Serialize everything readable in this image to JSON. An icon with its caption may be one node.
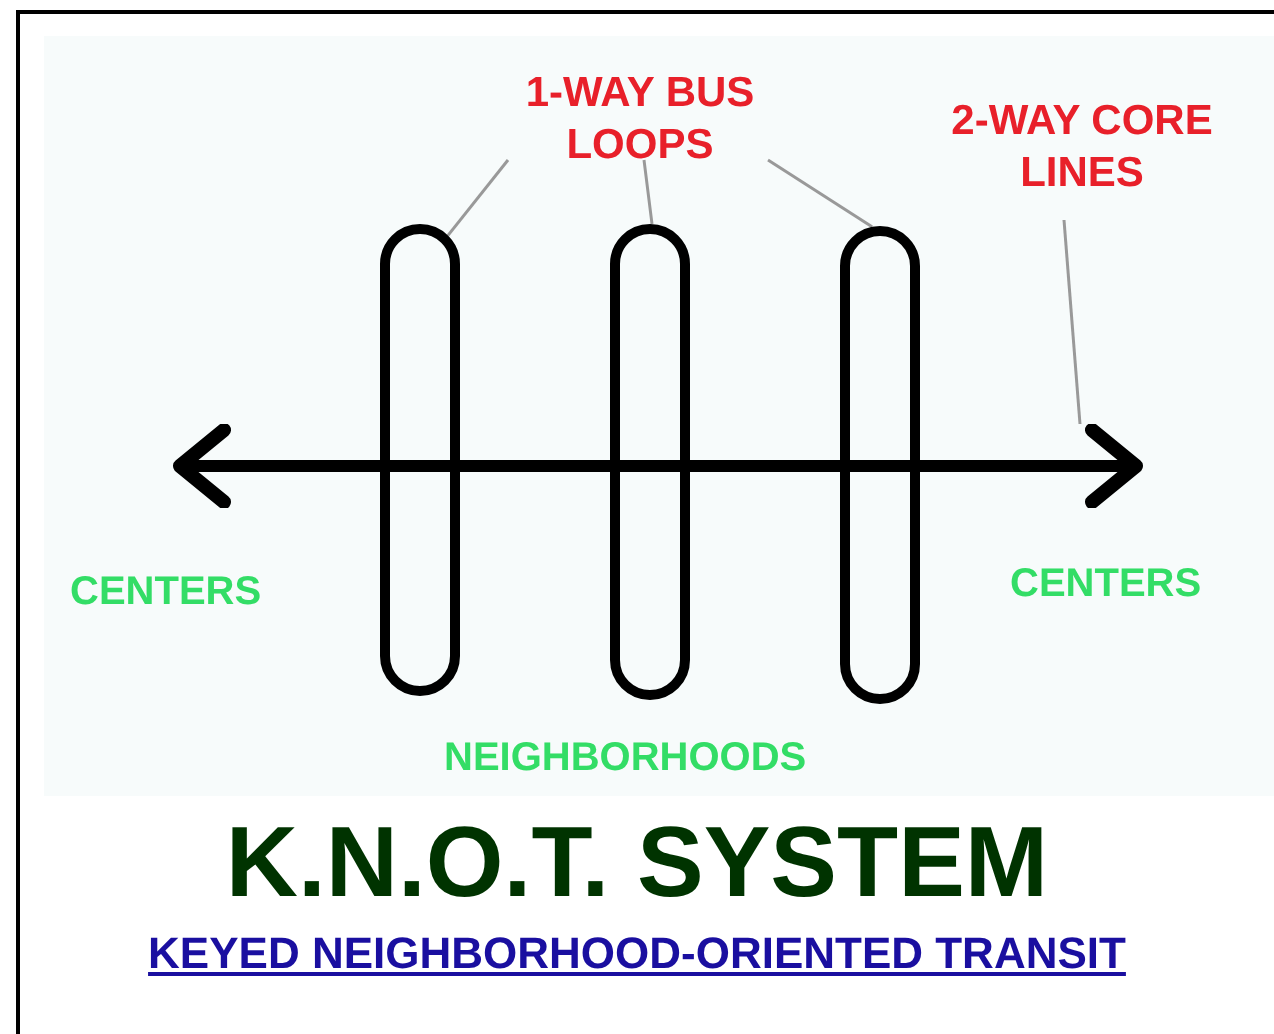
{
  "diagram": {
    "title": "K.N.O.T. SYSTEM",
    "caption": "KEYED NEIGHBORHOOD-ORIENTED TRANSIT",
    "nodes": [
      {
        "text": [
          "1-WAY BUS LOOPS"
        ]
      },
      {
        "text": [],
        "shape": "box"
      },
      {
        "text": [],
        "shape": "box"
      },
      {
        "text": [],
        "shape": "box"
      },
      {
        "text": [
          "2-WAY CORE LINES"
        ]
      },
      {
        "text": [],
        "shape": "arrow"
      }
    ],
    "edges": [
      {
        "from": 0,
        "to": 1,
        "arrow": "none"
      },
      {
        "from": 0,
        "to": 2,
        "arrow": "none"
      },
      {
        "from": 0,
        "to": 3,
        "arrow": "none"
      },
      {
        "from": 4,
        "to": 5,
        "arrow": "none"
      }
    ],
    "labels": [
      "CENTERS",
      "CENTERS",
      "NEIGHBORHOODS"
    ]
  }
}
